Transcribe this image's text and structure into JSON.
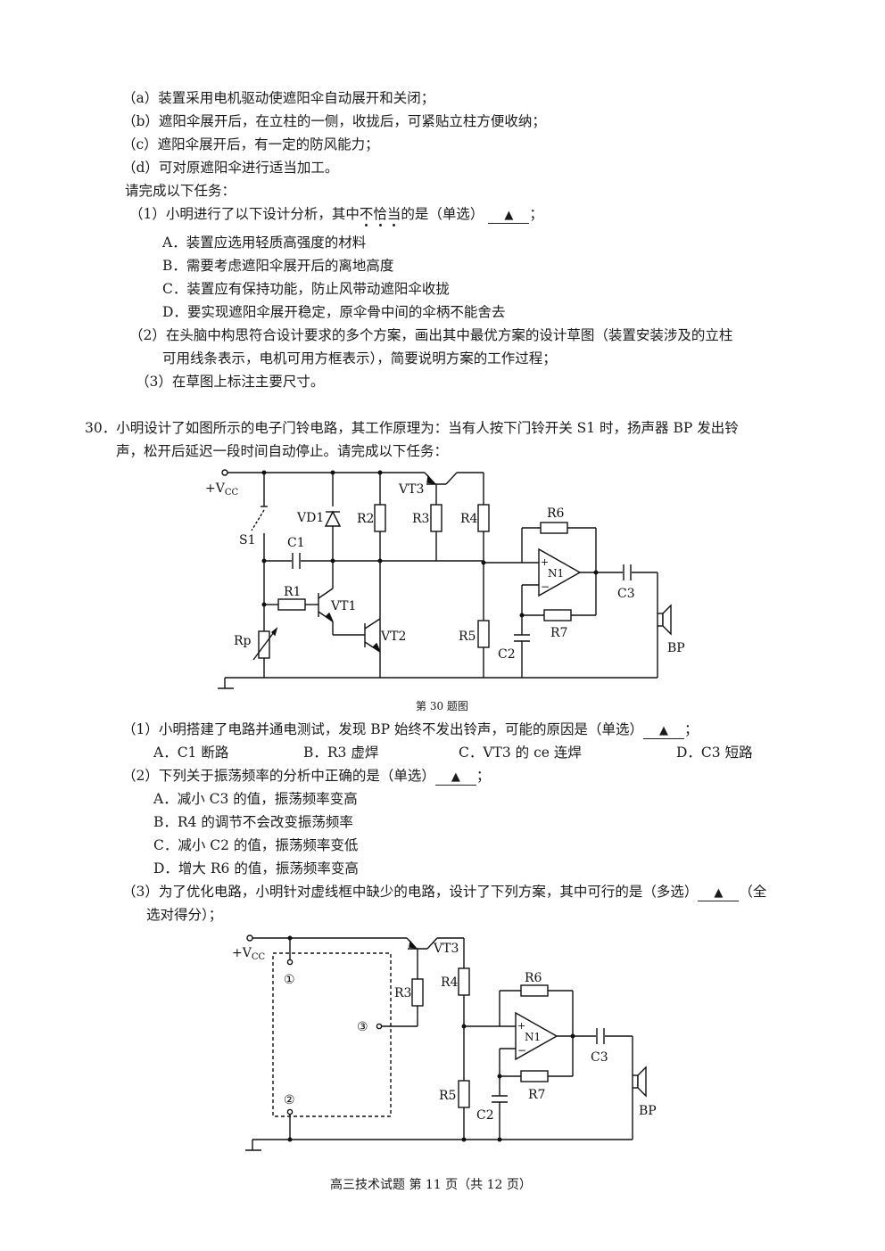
{
  "req": {
    "a": "（a）装置采用电机驱动使遮阳伞自动展开和关闭；",
    "b": "（b）遮阳伞展开后，在立柱的一侧，收拢后，可紧贴立柱方便收纳；",
    "c": "（c）遮阳伞展开后，有一定的防风能力；",
    "d": "（d）可对原遮阳伞进行适当加工。"
  },
  "task_intro": "请完成以下任务：",
  "q29": {
    "q1_before": "（1）小明进行了以下设计分析，其中",
    "q1_dotted": [
      "不",
      "恰",
      "当"
    ],
    "q1_after": "的是（单选）",
    "q1_end": "；",
    "opt_a": "A．装置应选用轻质高强度的材料",
    "opt_b": "B．需要考虑遮阳伞展开后的离地高度",
    "opt_c": "C．装置应有保持功能，防止风带动遮阳伞收拢",
    "opt_d": "D．要实现遮阳伞展开稳定，原伞骨中间的伞柄不能舍去",
    "q2_line1": "（2）在头脑中构思符合设计要求的多个方案，画出其中最优方案的设计草图（装置安装涉及的立柱",
    "q2_line2": "可用线条表示，电机可用方框表示），简要说明方案的工作过程；",
    "q3": "（3）在草图上标注主要尺寸。"
  },
  "blank_mark": "▲",
  "q30": {
    "intro_line1": "30．小明设计了如图所示的电子门铃电路，其工作原理为：当有人按下门铃开关 S1 时，扬声器 BP 发出铃",
    "intro_line2": "声，松开后延迟一段时间自动停止。请完成以下任务：",
    "fig_caption": "第 30 题图",
    "q1": "（1）小明搭建了电路并通电测试，发现 BP 始终不发出铃声，可能的原因是（单选）",
    "q1_end": "；",
    "q1_a": "A．C1 断路",
    "q1_b": "B．R3 虚焊",
    "q1_c": "C．VT3 的 ce 连焊",
    "q1_d": "D．C3 短路",
    "q2": "（2）下列关于振荡频率的分析中正确的是（单选）",
    "q2_end": "；",
    "q2_a": "A．减小 C3 的值，振荡频率变高",
    "q2_b": "B．R4 的调节不会改变振荡频率",
    "q2_c": "C．减小 C2 的值，振荡频率变低",
    "q2_d": "D．增大 R6 的值，振荡频率变高",
    "q3_line1": "（3）为了优化电路，小明针对虚线框中缺少的电路，设计了下列方案，其中可行的是（多选）",
    "q3_tail": "（全",
    "q3_line2": "选对得分）；"
  },
  "circuit1": {
    "vcc": "+V",
    "vcc_sub": "CC",
    "s1": "S1",
    "c1": "C1",
    "vd1": "VD1",
    "r1": "R1",
    "r2": "R2",
    "r3": "R3",
    "r4": "R4",
    "r5": "R5",
    "r6": "R6",
    "r7": "R7",
    "rp": "Rp",
    "vt1": "VT1",
    "vt2": "VT2",
    "vt3": "VT3",
    "n1": "N1",
    "c2": "C2",
    "c3": "C3",
    "bp": "BP"
  },
  "circuit2": {
    "vcc": "+V",
    "vcc_sub": "CC",
    "p1": "①",
    "p2": "②",
    "p3": "③",
    "r3": "R3",
    "r4": "R4",
    "r5": "R5",
    "r6": "R6",
    "r7": "R7",
    "vt3": "VT3",
    "n1": "N1",
    "c2": "C2",
    "c3": "C3",
    "bp": "BP"
  },
  "footer": "高三技术试题 第 11 页（共 12 页）"
}
